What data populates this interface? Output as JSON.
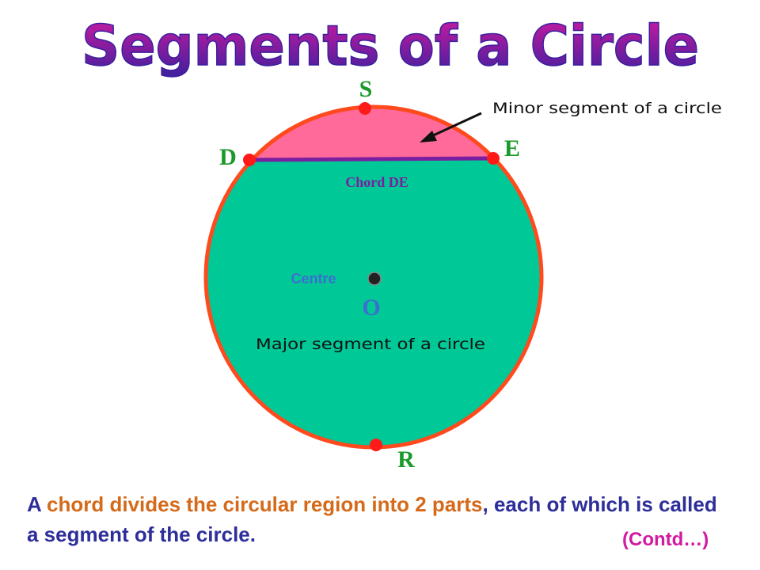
{
  "title": "Segments of a Circle",
  "points": {
    "S": "S",
    "D": "D",
    "E": "E",
    "R": "R",
    "O": "O"
  },
  "labels": {
    "minor_segment": "Minor segment of a circle",
    "major_segment": "Major segment of a circle",
    "chord": "Chord DE",
    "centre": "Centre"
  },
  "caption": {
    "part1": "A ",
    "part2": "chord divides the circular region into 2 parts",
    "part3": ", each of which is called a segment of the circle."
  },
  "contd": "(Contd…)",
  "colors": {
    "title_top": "#d11aa0",
    "title_bottom": "#3b1f9e",
    "major_fill": "#00c896",
    "minor_fill": "#ff6a9a",
    "circle_stroke": "#ff4a1e",
    "chord": "#7a1fa0",
    "point": "#ff1a1a",
    "point_label": "#1a9a2a",
    "centre_label": "#3d6fd0",
    "centre_point": "#222222",
    "caption_main": "#2e2e9a",
    "caption_highlight": "#d46a1a",
    "contd": "#d11aa0"
  }
}
